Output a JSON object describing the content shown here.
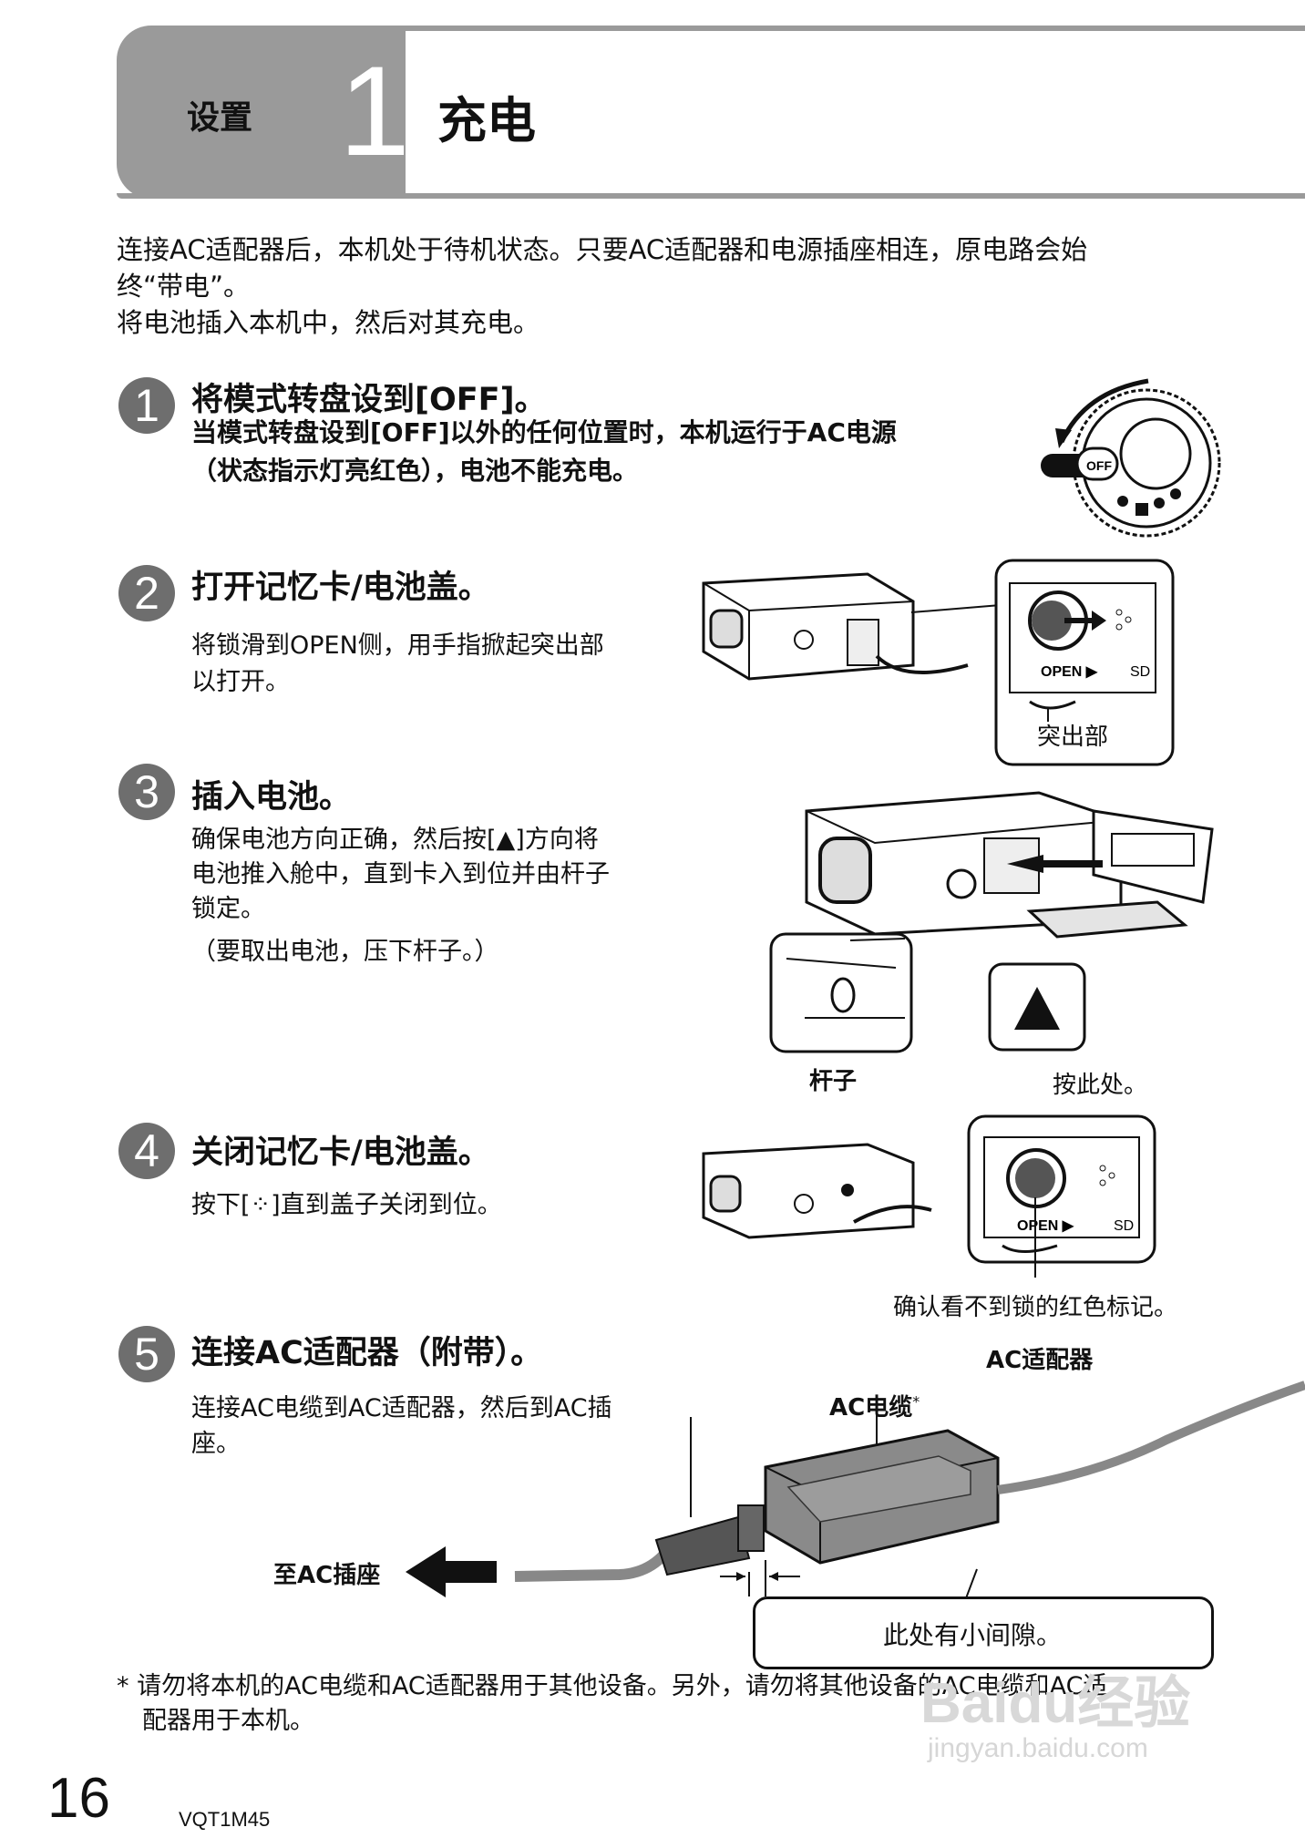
{
  "header": {
    "section": "设置",
    "number": "1",
    "title": "充电"
  },
  "intro": {
    "line1": "连接AC适配器后，本机处于待机状态。只要AC适配器和电源插座相连，原电路会始",
    "line2": "终“带电”。",
    "line3": "将电池插入本机中，然后对其充电。"
  },
  "steps": [
    {
      "num": "1",
      "title": "将模式转盘设到[OFF]。",
      "text1": "当模式转盘设到[OFF]以外的任何位置时，本机运行于AC电源",
      "text2": "（状态指示灯亮红色），电池不能充电。"
    },
    {
      "num": "2",
      "title": "打开记忆卡/电池盖。",
      "text1": "将锁滑到OPEN侧，用手指掀起突出部",
      "text2": "以打开。"
    },
    {
      "num": "3",
      "title": "插入电池。",
      "text1": "确保电池方向正确，然后按[▲]方向将",
      "text2": "电池推入舱中，直到卡入到位并由杆子",
      "text3": "锁定。",
      "text4": "（要取出电池，压下杆子。）"
    },
    {
      "num": "4",
      "title": "关闭记忆卡/电池盖。",
      "text1": "按下[⁘]直到盖子关闭到位。"
    },
    {
      "num": "5",
      "title": "连接AC适配器（附带）。",
      "text1": "连接AC电缆到AC适配器，然后到AC插",
      "text2": "座。"
    }
  ],
  "labels": {
    "dial_off": "OFF",
    "open": "OPEN ▶",
    "sd": "SD",
    "protrusion": "突出部",
    "lever": "杆子",
    "press_here": "按此处。",
    "triangle": "▲",
    "confirm_red": "确认看不到锁的红色标记。",
    "ac_adapter": "AC适配器",
    "ac_cable": "AC电缆",
    "ac_cable_mark": "*",
    "to_outlet": "至AC插座",
    "small_gap": "此处有小间隙。"
  },
  "footnote": {
    "mark": "*",
    "line1": "请勿将本机的AC电缆和AC适配器用于其他设备。另外，请勿将其他设备的AC电缆和AC适",
    "line2": "配器用于本机。"
  },
  "footer": {
    "page": "16",
    "code": "VQT1M45"
  },
  "watermark": {
    "brand": "Baidu经验",
    "url": "jingyan.baidu.com"
  }
}
